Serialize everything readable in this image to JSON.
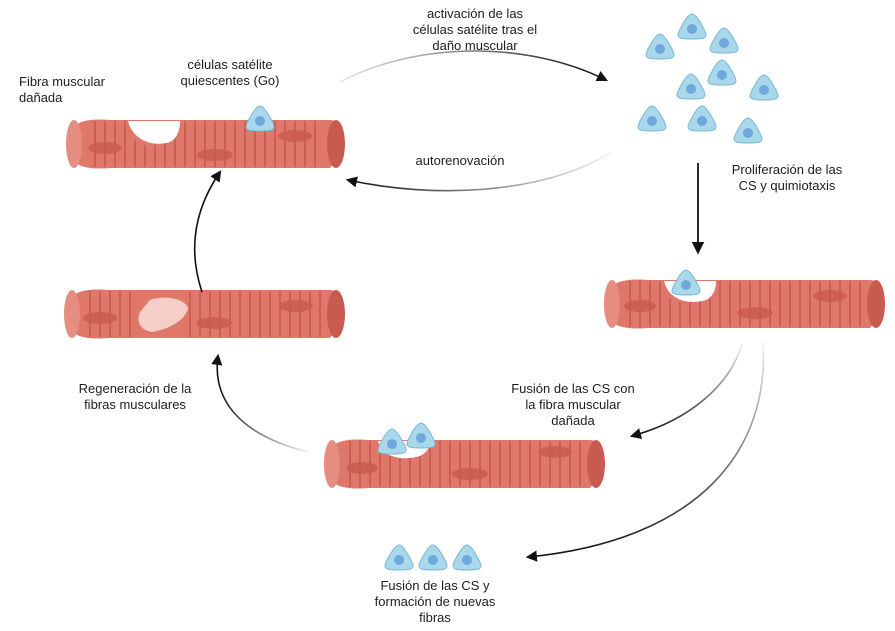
{
  "labels": {
    "damaged_fiber": [
      "Fibra muscular",
      "dañada"
    ],
    "quiescent_cells": [
      "células satélite",
      "quiescentes (Go)"
    ],
    "activation": [
      "activación de las",
      "células satélite tras el",
      "daño muscular"
    ],
    "self_renewal": [
      "autorenovación"
    ],
    "proliferation": [
      "Proliferación de las",
      "CS y quimiotaxis"
    ],
    "fusion_damaged": [
      "Fusión de las CS con",
      "la fibra muscular",
      "dañada"
    ],
    "new_fibers": [
      "Fusión de las CS y",
      "formación de nuevas",
      "fibras"
    ],
    "regeneration": [
      "Regeneración de la",
      "fibras musculares"
    ]
  },
  "colors": {
    "fiber": "#e0786a",
    "fiber_dark": "#c85a50",
    "fiber_stripe": "#b6463e",
    "cell_fill": "#a8d8ea",
    "cell_nucleus": "#6fa8dc",
    "arrow": "#111111"
  }
}
